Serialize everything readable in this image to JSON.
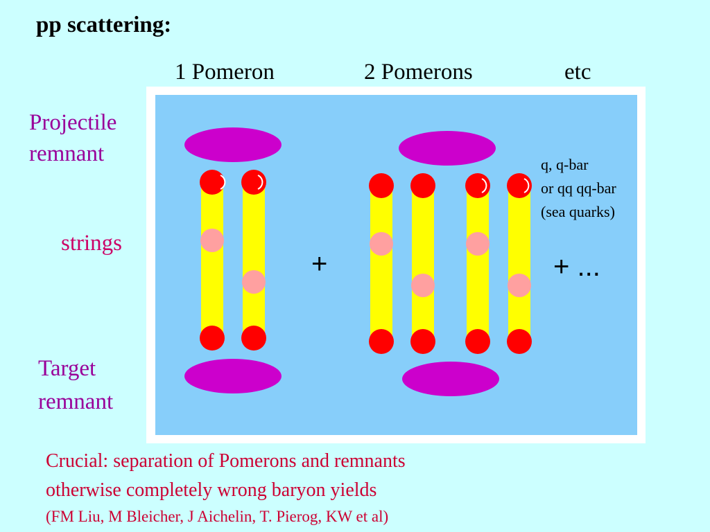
{
  "title": "pp scattering:",
  "columns": [
    "1 Pomeron",
    "2 Pomerons",
    "etc"
  ],
  "labels": {
    "projectile": [
      "Projectile",
      "remnant"
    ],
    "strings": "strings",
    "target": [
      "Target",
      "remnant"
    ]
  },
  "annotation": [
    "q, q-bar",
    "or qq qq-bar",
    "(sea quarks)"
  ],
  "operators": {
    "plus": "+",
    "plus_etc": "+ ..."
  },
  "footer": [
    "Crucial: separation of Pomerons and remnants",
    "otherwise completely wrong baryon yields",
    "(FM Liu, M Bleicher, J Aichelin, T. Pierog, KW  et al)"
  ],
  "colors": {
    "background": "#ccffff",
    "panel": "#87cefa",
    "remnant": "#cc00cc",
    "string": "#ffff00",
    "quark": "#ff0000",
    "kink": "#ffa0a0"
  }
}
